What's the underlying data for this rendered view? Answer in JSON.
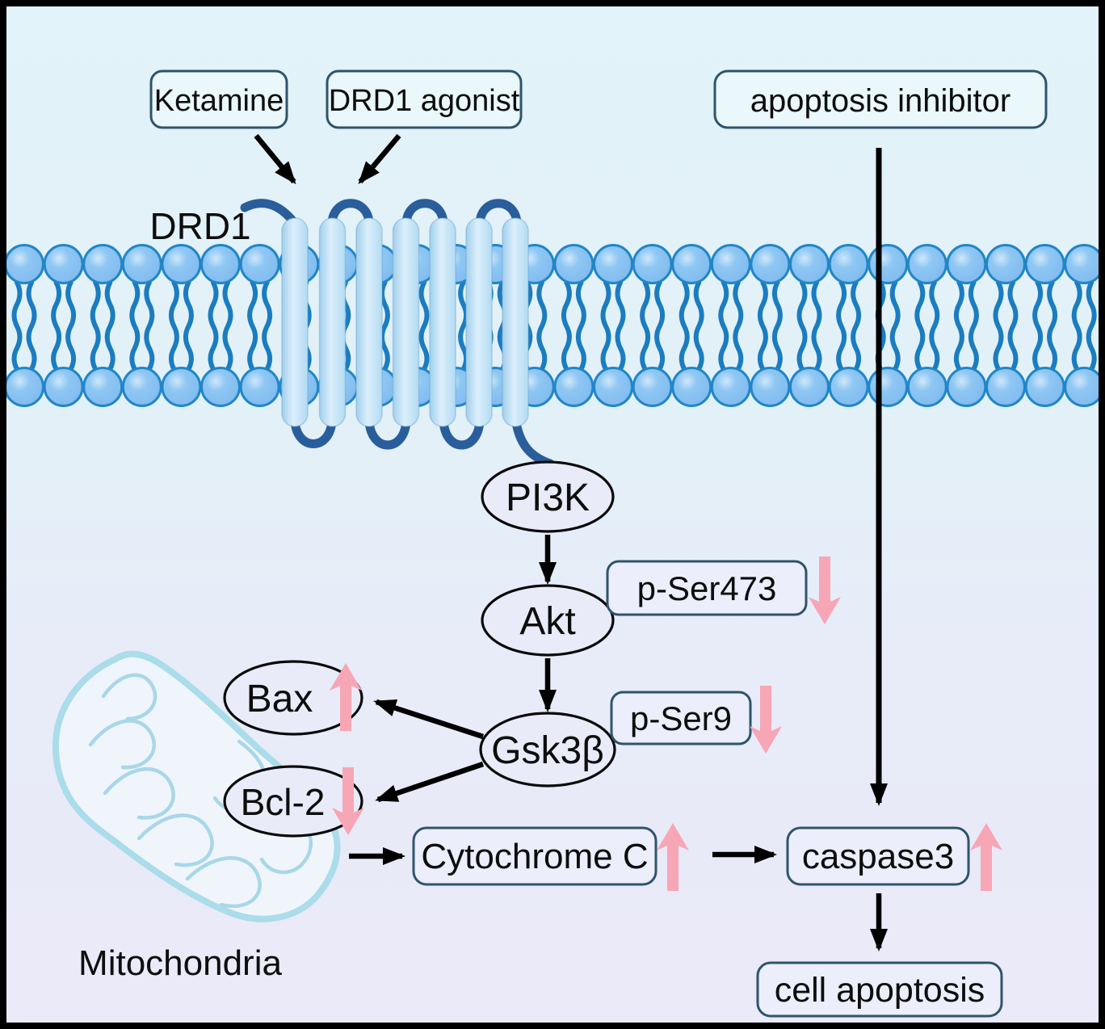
{
  "diagram": {
    "type": "signaling-pathway",
    "inputs": {
      "ketamine": "Ketamine",
      "drd1_agonist": "DRD1 agonist",
      "apoptosis_inhibitor": "apoptosis inhibitor"
    },
    "receptor_label": "DRD1",
    "organelle_label": "Mitochondria",
    "nodes": {
      "pi3k": {
        "label": "PI3K"
      },
      "akt": {
        "label": "Akt",
        "modification": "p-Ser473",
        "modification_change": "down"
      },
      "gsk3b": {
        "label": "Gsk3β",
        "modification": "p-Ser9",
        "modification_change": "down"
      },
      "bax": {
        "label": "Bax",
        "change": "up"
      },
      "bcl2": {
        "label": "Bcl-2",
        "change": "down"
      },
      "cytochrome_c": {
        "label": "Cytochrome C",
        "change": "up"
      },
      "caspase3": {
        "label": "caspase3",
        "change": "up"
      },
      "cell_apoptosis": {
        "label": "cell apoptosis"
      }
    },
    "edges": [
      {
        "from": "Ketamine",
        "to": "DRD1",
        "type": "activation-arrow"
      },
      {
        "from": "DRD1 agonist",
        "to": "DRD1",
        "type": "activation-arrow"
      },
      {
        "from": "DRD1",
        "to": "PI3K",
        "type": "coupling"
      },
      {
        "from": "PI3K",
        "to": "Akt",
        "type": "activation-arrow"
      },
      {
        "from": "Akt",
        "to": "Gsk3β",
        "type": "activation-arrow"
      },
      {
        "from": "Gsk3β",
        "to": "Bax",
        "type": "regulation-arrow"
      },
      {
        "from": "Gsk3β",
        "to": "Bcl-2",
        "type": "regulation-arrow"
      },
      {
        "from": "Mitochondria",
        "to": "Cytochrome C",
        "type": "release-arrow"
      },
      {
        "from": "Cytochrome C",
        "to": "caspase3",
        "type": "activation-arrow"
      },
      {
        "from": "apoptosis inhibitor",
        "to": "caspase3",
        "type": "long-vertical-arrow"
      },
      {
        "from": "caspase3",
        "to": "cell apoptosis",
        "type": "activation-arrow"
      }
    ],
    "colors": {
      "background_top": "#e2f3f9",
      "background_bottom": "#eaeaf9",
      "membrane_head_fill": "#7fb9ef",
      "membrane_head_stroke": "#2186c7",
      "membrane_tail": "#1b7cc0",
      "receptor_helix": "#c6e5f8",
      "receptor_loop": "#2a5d9b",
      "box_border": "#2f546b",
      "box_fill_upper": "#eaf7fb",
      "box_fill_lower": "#eceefb",
      "ellipse_fill": "#e9ebf8",
      "pink_arrow": "#f7a6b6",
      "arrow_black": "#000000",
      "mito_fill": "#f1f8fc",
      "mito_stroke": "#aadcea",
      "mito_cristae": "#a8d7e8",
      "frame_border": "#000000"
    }
  }
}
